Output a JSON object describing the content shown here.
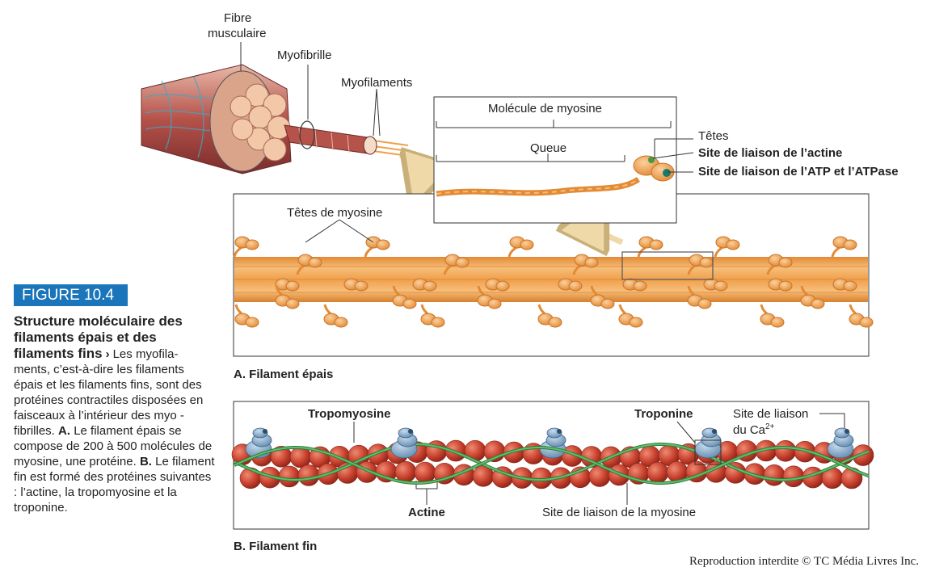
{
  "figure": {
    "number_label": "FIGURE 10.4",
    "caption_title": "Structure moléculaire des filaments épais et des filaments fins",
    "caption_arrow": "›",
    "caption_lines": [
      "Les myofila-",
      "ments, c’est-à-dire les filaments",
      "épais et les filaments fins, sont des",
      "protéines contractiles disposées",
      "en faisceaux à l’intérieur des myo -",
      "fibrilles."
    ],
    "caption_A_label": "A.",
    "caption_A_text": "Le filament épais se compose de 200 à 500 molécules de myosine, une protéine.",
    "caption_B_label": "B.",
    "caption_B_text": "Le filament fin est formé des protéines suivantes : l’actine, la tropomyosine et la troponine."
  },
  "top_labels": {
    "fibre_line1": "Fibre",
    "fibre_line2": "musculaire",
    "myofibrille": "Myofibrille",
    "myofilaments": "Myofilaments"
  },
  "myosin_inset": {
    "molecule_label": "Molécule de myosine",
    "tail_label": "Queue",
    "heads_label": "Têtes",
    "actin_site_label": "Site de liaison de l’actine",
    "atp_site_label": "Site de liaison de l’ATP et l’ATPase"
  },
  "panel_A": {
    "heads_label": "Têtes de myosine",
    "caption": "A. Filament épais"
  },
  "panel_B": {
    "tropomyosin_label": "Tropomyosine",
    "troponin_label": "Troponine",
    "ca_site_line1": "Site de liaison",
    "ca_site_line2": "du Ca",
    "ca_sup": "2+",
    "actin_label": "Actine",
    "myosin_site_label": "Site de liaison de la myosine",
    "caption": "B. Filament fin"
  },
  "copyright": "Reproduction interdite © TC Média Livres Inc.",
  "colors": {
    "accent_blue": "#1b75bb",
    "myosin_orange": "#f0a04b",
    "actin_red": "#c8412e",
    "tropomyosin_green": "#3f9a4a",
    "troponin_blue": "#6f9cc0"
  }
}
